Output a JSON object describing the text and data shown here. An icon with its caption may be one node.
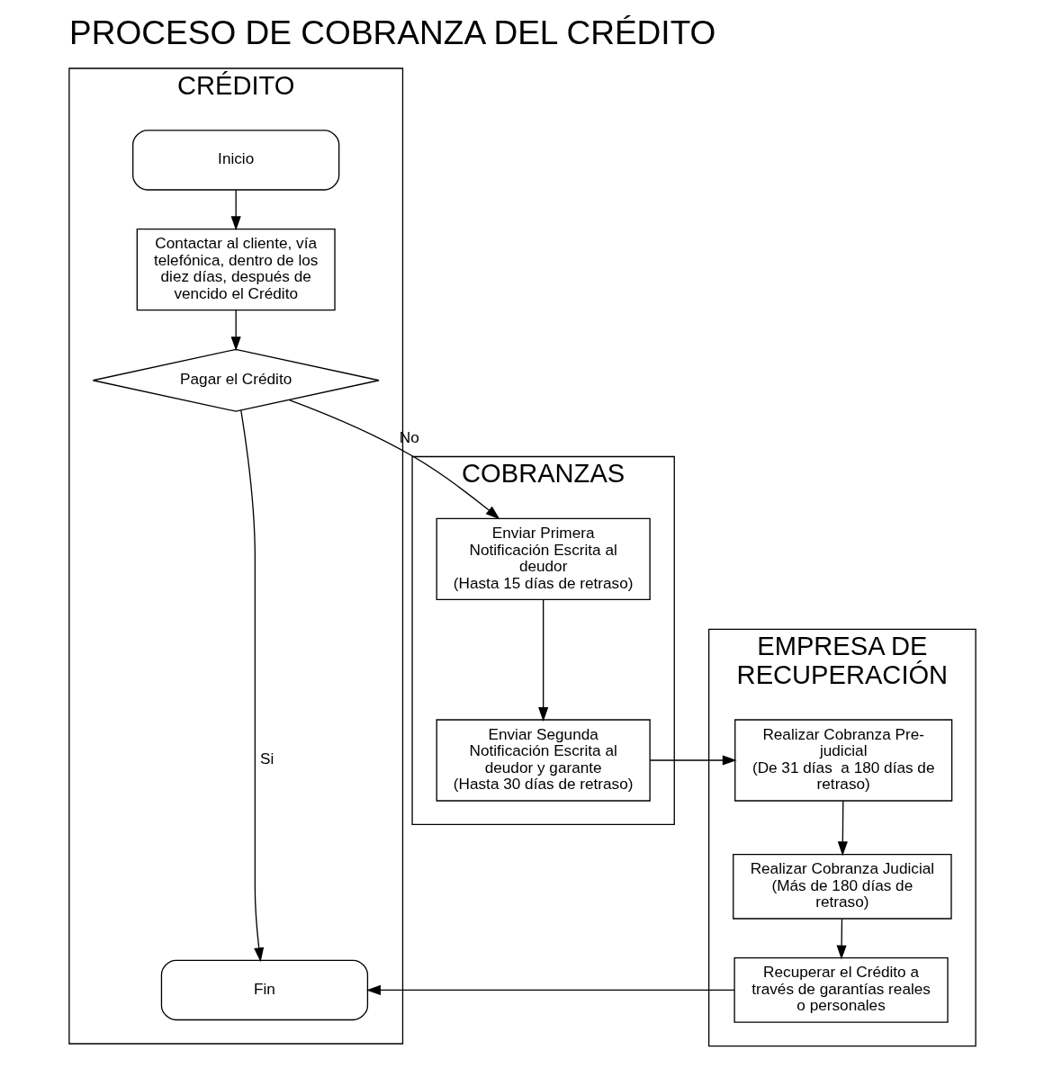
{
  "diagram": {
    "title": "PROCESO DE COBRANZA DEL CRÉDITO",
    "nodes": [
      {
        "text": [
          "CRÉDITO"
        ]
      },
      {
        "text": [
          "COBRANZAS"
        ]
      },
      {
        "text": [
          "EMPRESA DE RECUPERACIÓN"
        ]
      },
      {
        "text": [
          "Inicio"
        ],
        "in": 0
      },
      {
        "text": [
          "Contactar al cliente, vía telefónica, dentro de los diez días, después de vencido el Crédito"
        ],
        "in": 0
      },
      {
        "text": [
          "Pagar el Crédito"
        ],
        "in": 0
      },
      {
        "text": [
          "Fin"
        ],
        "in": 0
      },
      {
        "text": [
          "Enviar Primera Notificación Escrita al deudor",
          "(Hasta 15 días de retraso)"
        ],
        "in": 1
      },
      {
        "text": [
          "Enviar Segunda Notificación Escrita al deudor y garante",
          "(Hasta 30 días de retraso)"
        ],
        "in": 1
      },
      {
        "text": [
          "Realizar Cobranza Pre-judicial",
          "(De 31 días  a 180 días de retraso)"
        ],
        "in": 2
      },
      {
        "text": [
          "Realizar Cobranza Judicial",
          "(Más de 180 días de retraso)"
        ],
        "in": 2
      },
      {
        "text": [
          "Recuperar el Crédito a través de garantías reales o personales"
        ],
        "in": 2
      }
    ],
    "edges": [
      {
        "from": 3,
        "to": 4,
        "arrow": "to"
      },
      {
        "from": 4,
        "to": 5,
        "arrow": "to"
      },
      {
        "from": 5,
        "to": 7,
        "arrow": "to",
        "label": "No"
      },
      {
        "from": 5,
        "to": 6,
        "arrow": "to",
        "label": "Si"
      },
      {
        "from": 7,
        "to": 8,
        "arrow": "to"
      },
      {
        "from": 8,
        "to": 9,
        "arrow": "to"
      },
      {
        "from": 9,
        "to": 10,
        "arrow": "to"
      },
      {
        "from": 10,
        "to": 11,
        "arrow": "to"
      },
      {
        "from": 11,
        "to": 6,
        "arrow": "to"
      }
    ]
  }
}
